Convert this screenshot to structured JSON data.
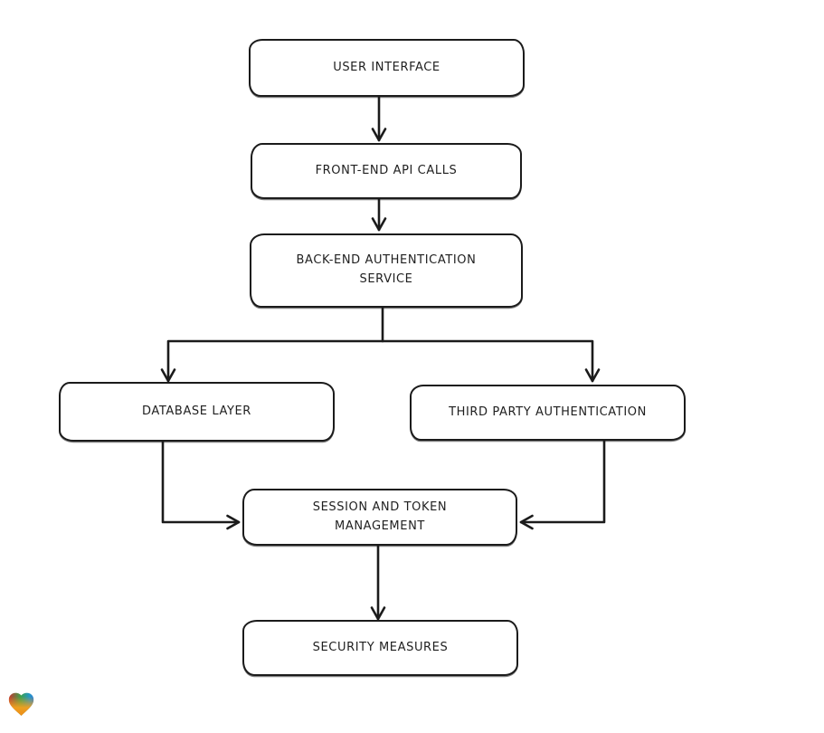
{
  "diagram": {
    "nodes": [
      {
        "id": "user-interface",
        "label": "USER INTERFACE"
      },
      {
        "id": "front-end-api-calls",
        "label": "FRONT-END API CALLS"
      },
      {
        "id": "back-end-authentication-service",
        "label": "BACK-END AUTHENTICATION SERVICE"
      },
      {
        "id": "database-layer",
        "label": "DATABASE LAYER"
      },
      {
        "id": "third-party-authentication",
        "label": "THIRD PARTY AUTHENTICATION"
      },
      {
        "id": "session-and-token-management",
        "label": "SESSION AND TOKEN MANAGEMENT"
      },
      {
        "id": "security-measures",
        "label": "SECURITY MEASURES"
      }
    ],
    "edges": [
      {
        "from": "user-interface",
        "to": "front-end-api-calls"
      },
      {
        "from": "front-end-api-calls",
        "to": "back-end-authentication-service"
      },
      {
        "from": "back-end-authentication-service",
        "to": "database-layer"
      },
      {
        "from": "back-end-authentication-service",
        "to": "third-party-authentication"
      },
      {
        "from": "database-layer",
        "to": "session-and-token-management"
      },
      {
        "from": "third-party-authentication",
        "to": "session-and-token-management"
      },
      {
        "from": "session-and-token-management",
        "to": "security-measures"
      }
    ],
    "style": {
      "stroke_color": "#1b1b1b",
      "node_fill": "#ffffff",
      "text_color": "#1f1f1f",
      "background": "#ffffff"
    }
  },
  "logo": {
    "name": "gradient-heart",
    "colors": [
      "#e3202a",
      "#3da14b",
      "#2f6fd6",
      "#f5a01c"
    ]
  }
}
